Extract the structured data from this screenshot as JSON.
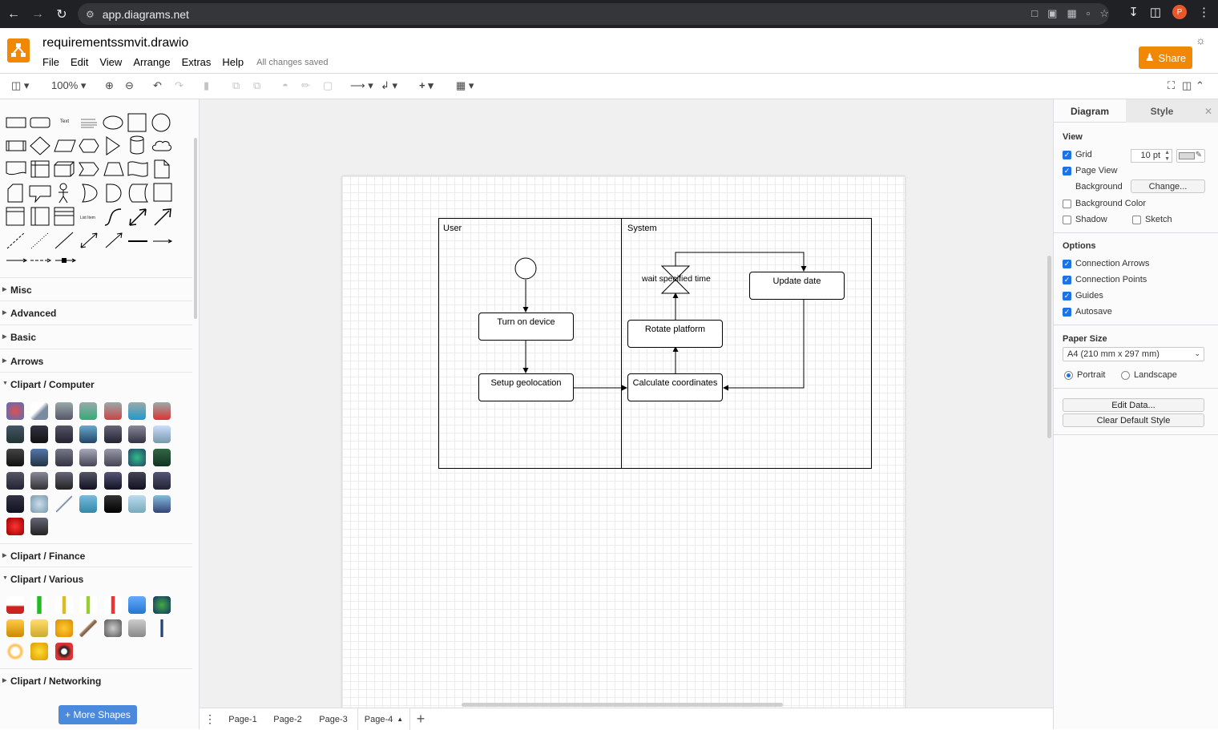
{
  "browser": {
    "url": "app.diagrams.net",
    "profile_initial": "P"
  },
  "app": {
    "filename": "requirementssmvit.drawio",
    "menu": [
      "File",
      "Edit",
      "View",
      "Arrange",
      "Extras",
      "Help"
    ],
    "save_status": "All changes saved",
    "share_label": "Share"
  },
  "toolbar": {
    "zoom": "100%"
  },
  "sidebar": {
    "sections": [
      "Misc",
      "Advanced",
      "Basic",
      "Arrows",
      "Clipart / Computer",
      "Clipart / Finance",
      "Clipart / Various",
      "Clipart / Networking"
    ],
    "more_shapes": "+ More Shapes",
    "shape_text_label": "Text",
    "shape_list_label": "List Item"
  },
  "diagram": {
    "lanes": [
      "User",
      "System"
    ],
    "nodes": {
      "turn_on": "Turn on device",
      "setup_geo": "Setup geolocation",
      "calc": "Calculate coordinates",
      "rotate": "Rotate platform",
      "wait": "wait specified time",
      "update": "Update date"
    }
  },
  "pages": [
    "Page-1",
    "Page-2",
    "Page-3",
    "Page-4"
  ],
  "right_panel": {
    "tabs": [
      "Diagram",
      "Style"
    ],
    "view_heading": "View",
    "grid_label": "Grid",
    "grid_size": "10 pt",
    "page_view_label": "Page View",
    "background_label": "Background",
    "change_label": "Change...",
    "bg_color_label": "Background Color",
    "shadow_label": "Shadow",
    "sketch_label": "Sketch",
    "options_heading": "Options",
    "options": [
      "Connection Arrows",
      "Connection Points",
      "Guides",
      "Autosave"
    ],
    "paper_heading": "Paper Size",
    "paper_size": "A4 (210 mm x 297 mm)",
    "portrait_label": "Portrait",
    "landscape_label": "Landscape",
    "edit_data_label": "Edit Data...",
    "clear_style_label": "Clear Default Style"
  },
  "colors": {
    "accent": "#f08705",
    "checkbox": "#1a73e8",
    "more_shapes": "#4a89dc",
    "browser_bg": "#202124"
  }
}
